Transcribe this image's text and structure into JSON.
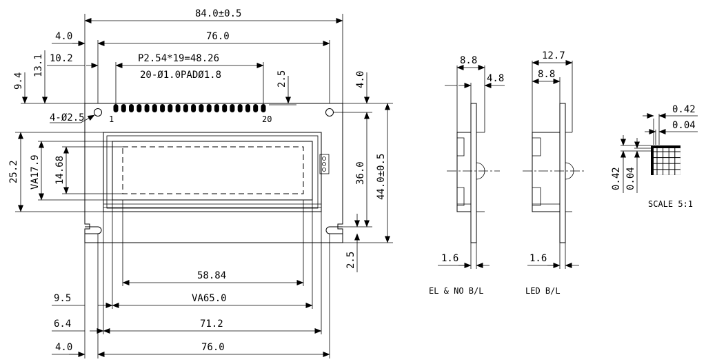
{
  "dims": {
    "overall_width": "84.0±0.5",
    "top_pcb_width": "76.0",
    "edge_4_0_top": "4.0",
    "pad_pitch": "P2.54*19=48.26",
    "pad_desc": "20-Ø1.0PADØ1.8",
    "pad_offset_x": "10.2",
    "pad_offset_y": "13.1",
    "hole_offset_y": "9.4",
    "pad_height": "2.5",
    "hole_edge_right": "4.0",
    "mount_holes": "4-Ø2.5",
    "pin1": "1",
    "pin20": "20",
    "bezel_height": "25.2",
    "va_height": "VA17.9",
    "aa_height": "14.68",
    "hole_pitch_v": "36.0",
    "overall_height": "44.0±0.5",
    "bottom_edge": "2.5",
    "aa_width": "58.84",
    "va_width": "VA65.0",
    "bezel_width": "71.2",
    "bottom_pcb_width": "76.0",
    "left_9_5": "9.5",
    "left_6_4": "6.4",
    "left_4_0": "4.0"
  },
  "side_views": {
    "el": {
      "top1": "8.8",
      "top2": "4.8",
      "bottom": "1.6",
      "caption": "EL & NO B/L"
    },
    "led": {
      "top1": "12.7",
      "top2": "8.8",
      "bottom": "1.6",
      "caption": "LED B/L"
    }
  },
  "detail": {
    "pixel_w": "0.42",
    "gap_w": "0.04",
    "pixel_h": "0.42",
    "gap_h": "0.04",
    "scale": "SCALE 5:1"
  }
}
